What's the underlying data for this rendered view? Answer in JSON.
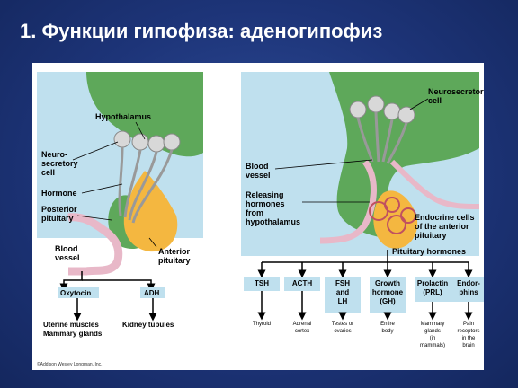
{
  "slide": {
    "title": "1. Функции гипофиза: аденогипофиз",
    "colors": {
      "background": "#1d3478",
      "panel_bg": "#bfe0ee",
      "gland": "#f4b740",
      "hypothalamus": "#5ea85a",
      "vessel": "#e8b8c8"
    }
  },
  "left_panel": {
    "hypothalamus": "Hypothalamus",
    "neuro": [
      "Neuro-",
      "secretory",
      "cell"
    ],
    "hormone": "Hormone",
    "posterior": [
      "Posterior",
      "pituitary"
    ],
    "blood_vessel": [
      "Blood",
      "vessel"
    ],
    "anterior": [
      "Anterior",
      "pituitary"
    ],
    "oxytocin": "Oxytocin",
    "adh": "ADH",
    "uterine": [
      "Uterine muscles",
      "Mammary glands"
    ],
    "kidney": "Kidney tubules",
    "credit": "©Addison Wesley Longman, Inc."
  },
  "right_panel": {
    "neuro_cell": [
      "Neurosecretory",
      "cell"
    ],
    "blood_vessel": [
      "Blood",
      "vessel"
    ],
    "releasing": [
      "Releasing",
      "hormones",
      "from",
      "hypothalamus"
    ],
    "endocrine": [
      "Endocrine cells",
      "of the anterior",
      "pituitary"
    ],
    "pit_hormones": "Pituitary hormones",
    "hormones": [
      {
        "label": [
          "TSH"
        ],
        "target": [
          "Thyroid"
        ]
      },
      {
        "label": [
          "ACTH"
        ],
        "target": [
          "Adrenal",
          "cortex"
        ]
      },
      {
        "label": [
          "FSH",
          "and",
          "LH"
        ],
        "target": [
          "Testes or",
          "ovaries"
        ]
      },
      {
        "label": [
          "Growth",
          "hormone",
          "(GH)"
        ],
        "target": [
          "Entire",
          "body"
        ]
      },
      {
        "label": [
          "Prolactin",
          "(PRL)"
        ],
        "target": [
          "Mammary",
          "glands",
          "(in",
          "mammals)"
        ]
      },
      {
        "label": [
          "Endor-",
          "phins"
        ],
        "target": [
          "Pain",
          "receptors",
          "in the",
          "brain"
        ]
      }
    ]
  }
}
